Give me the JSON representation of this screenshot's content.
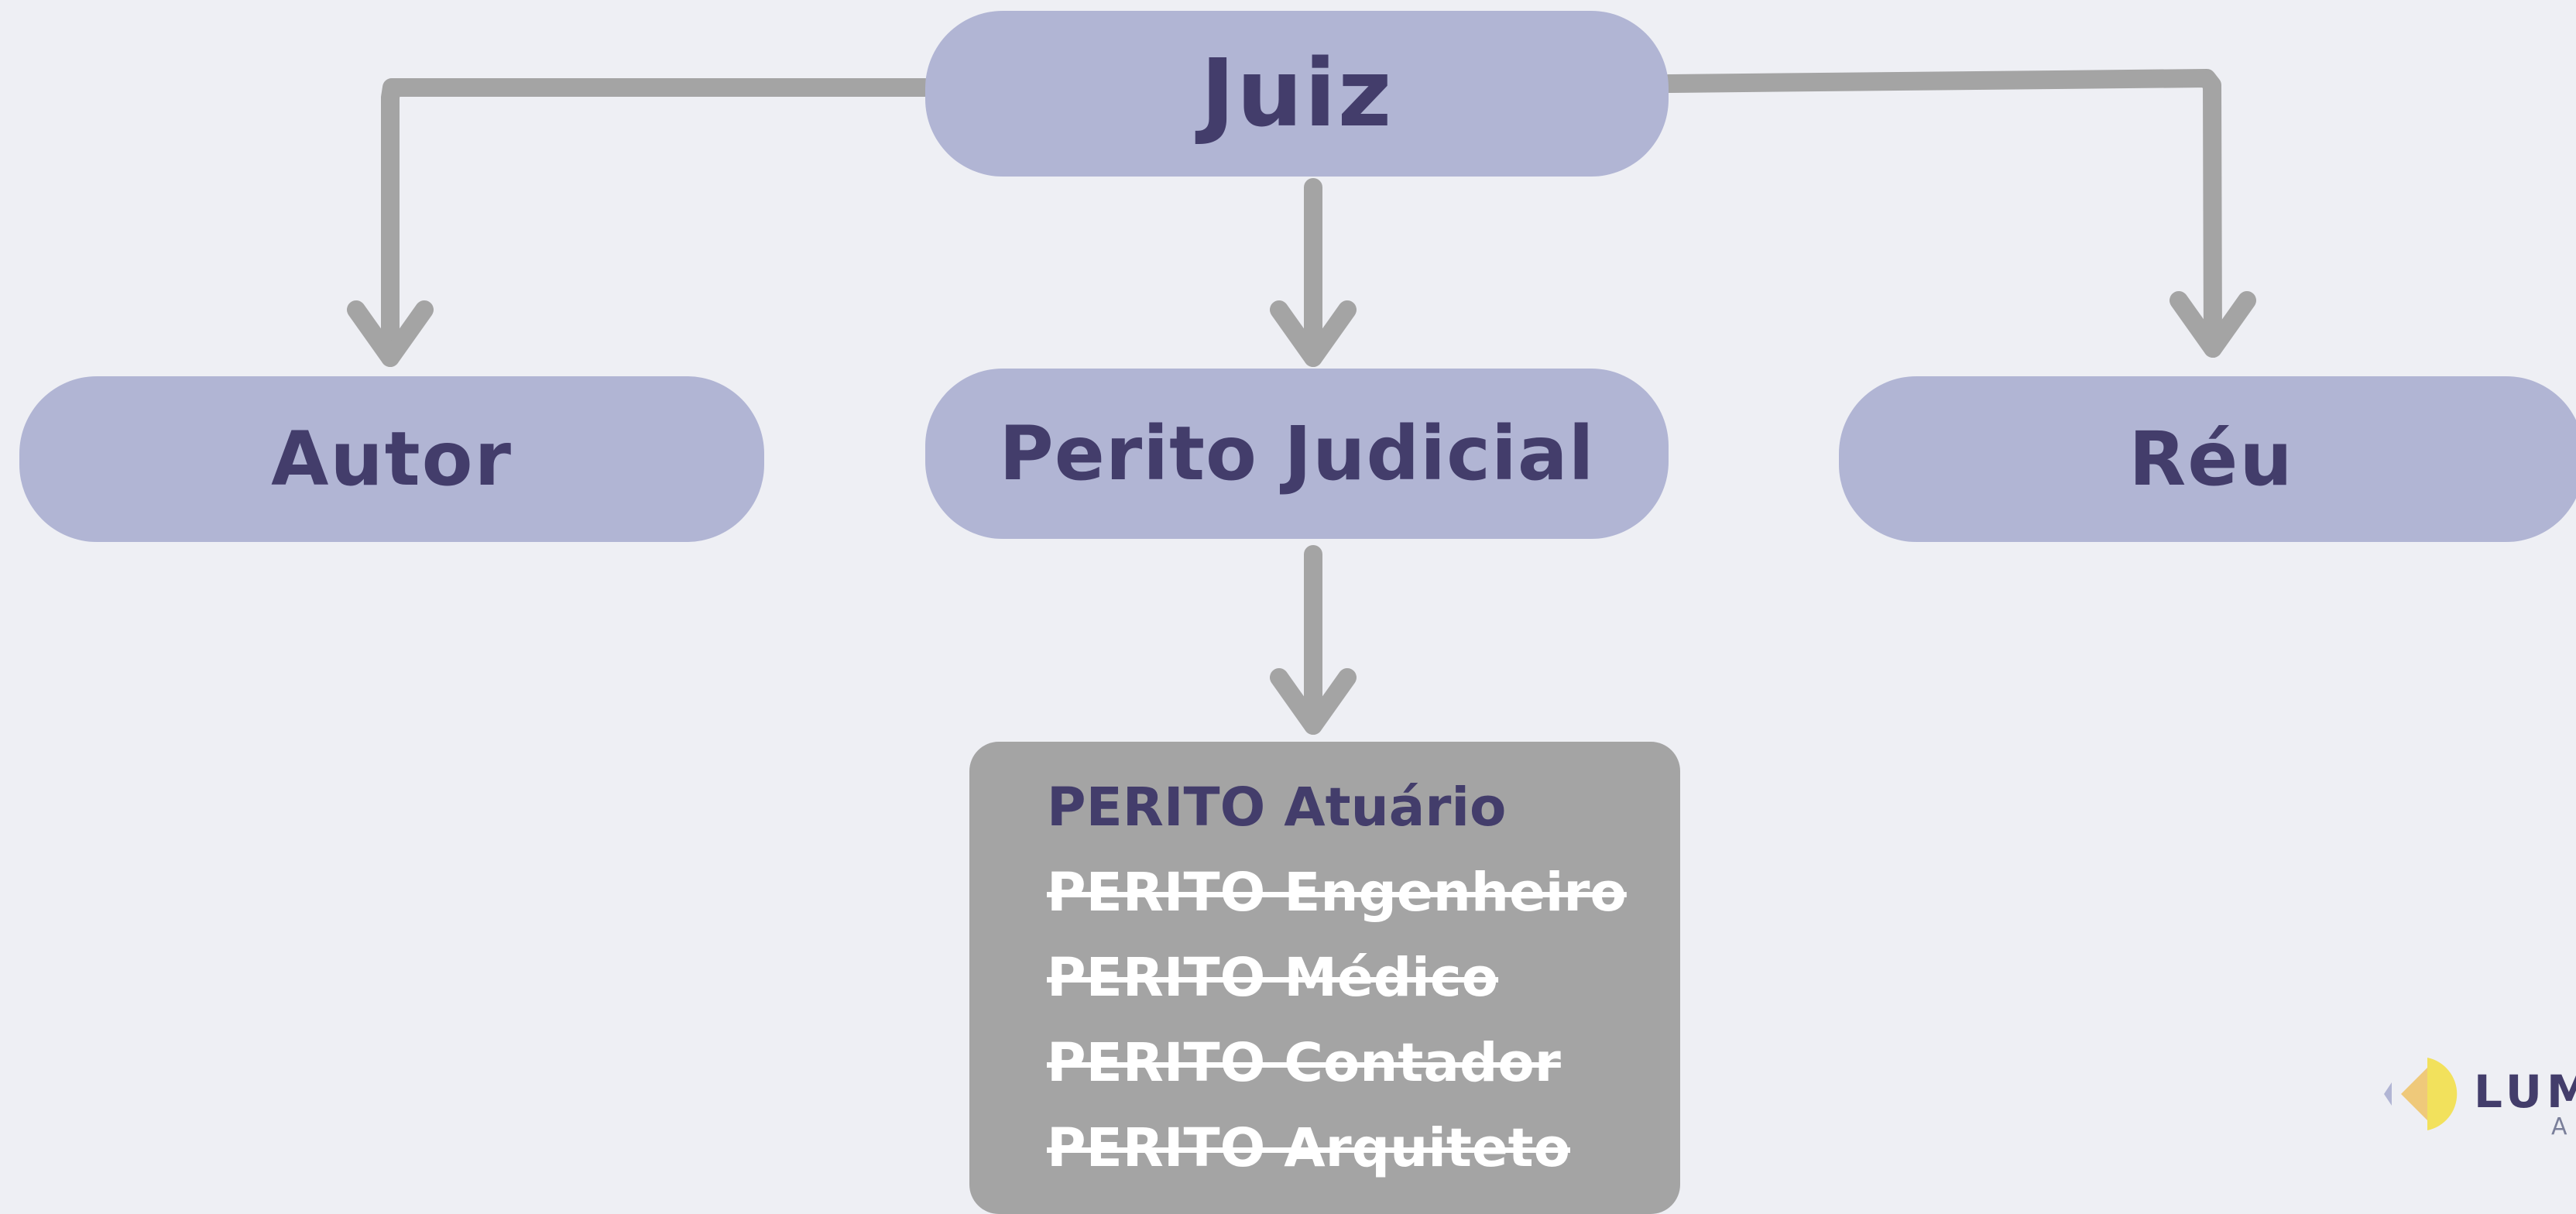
{
  "diagram": {
    "nodes": {
      "juiz": "Juiz",
      "autor": "Autor",
      "perito": "Perito Judicial",
      "reu": "Réu"
    },
    "perito_types": [
      {
        "label": "PERITO Atuário",
        "struck": false
      },
      {
        "label": "PERITO Engenheiro",
        "struck": true
      },
      {
        "label": "PERITO Médico",
        "struck": true
      },
      {
        "label": "PERITO Contador",
        "struck": true
      },
      {
        "label": "PERITO Arquiteto",
        "struck": true
      }
    ]
  },
  "brand": {
    "name": "LUM",
    "sub": "A"
  },
  "colors": {
    "background": "#eeeff4",
    "node_fill": "#b1b5d4",
    "node_text": "#433d6b",
    "connector": "#a4a4a4",
    "list_fill": "#a4a4a4",
    "struck_text": "#ffffff",
    "logo_yellow": "#f2e15c",
    "logo_orange": "#efc97a"
  }
}
